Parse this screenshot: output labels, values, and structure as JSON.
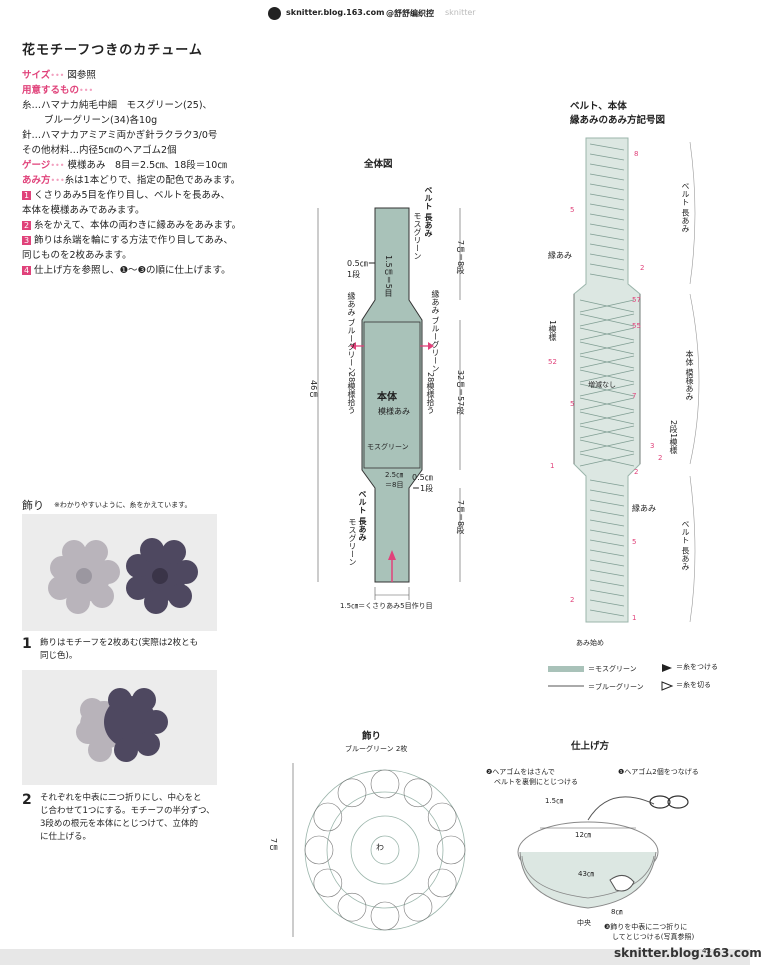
{
  "header": {
    "site": "sknitter.blog.163.com",
    "author": "@舒舒编织控",
    "watermark_right": "sknitter"
  },
  "title": "花モチーフつきのカチューム",
  "size": {
    "label": "サイズ",
    "value": "図参照"
  },
  "materials": {
    "label": "用意するもの",
    "yarn_line1": "糸…ハマナカ純毛中細　モスグリーン(25)、",
    "yarn_line2": "ブルーグリーン(34)各10g",
    "needle": "針…ハマナカアミアミ両かぎ針ラクラク3/0号",
    "other": "その他材料…内径5㎝のヘアゴム2個"
  },
  "gauge": {
    "label": "ゲージ",
    "value": "模様あみ　8目＝2.5㎝、18段＝10㎝"
  },
  "method": {
    "label": "あみ方",
    "intro": "糸は1本どりで、指定の配色であみます。",
    "steps": [
      {
        "num": "1",
        "text": "くさりあみ5目を作り目し、ベルトを長あみ、"
      },
      {
        "num": "",
        "text": "本体を模様あみであみます。"
      },
      {
        "num": "2",
        "text": "糸をかえて、本体の両わきに縁あみをあみます。"
      },
      {
        "num": "3",
        "text": "飾りは糸端を輪にする方法で作り目してあみ、"
      },
      {
        "num": "",
        "text": "同じものを2枚あみます。"
      },
      {
        "num": "4",
        "text": "仕上げ方を参照し、❶〜❸の順に仕上げます。"
      }
    ]
  },
  "decoration": {
    "label": "飾り",
    "note": "※わかりやすいように、糸をかえています。",
    "cap1_num": "1",
    "cap1_line1": "飾りはモチーフを2枚あむ(実際は2枚とも",
    "cap1_line2": "同じ色)。",
    "cap2_num": "2",
    "cap2_line1": "それぞれを中表に二つ折りにし、中心をと",
    "cap2_line2": "じ合わせて1つにする。モチーフの半分ずつ、",
    "cap2_line3": "3段めの根元を本体にとじつけて、立体的",
    "cap2_line4": "に仕上げる。"
  },
  "overall": {
    "title": "全体図",
    "belt_top": "ベルト 長あみ",
    "belt_top_color": "モスグリーン",
    "w15": "1.5㎝＝5目",
    "w05": "0.5㎝＝1段",
    "edge_left": "縁あみ ブルーグリーン",
    "edge_right": "縁あみ ブルーグリーン",
    "pick28_left": "28模様拾う",
    "pick28_right": "28模様拾う",
    "body": "本体",
    "body_pat": "模様あみ",
    "body_color": "モスグリーン",
    "w25": "2.5㎝＝8目",
    "w05b": "0.5㎝＝1段",
    "belt_bottom": "ベルト 長あみ",
    "belt_bottom_color": "モスグリーン",
    "total": "46㎝",
    "dim_top": "7㎝＝8段",
    "dim_mid": "32㎝＝57段",
    "dim_bottom": "7㎝＝8段",
    "foot": "1.5㎝＝くさりあみ5目作り目"
  },
  "chart": {
    "title1": "ベルト、本体",
    "title2": "縁あみのあみ方記号図",
    "belt_top": "ベルト 長あみ",
    "body": "本体 模様あみ",
    "belt_bottom": "ベルト 長あみ",
    "edge_l": "縁あみ",
    "edge_b": "縁あみ",
    "one_pat": "1模様",
    "no_inc": "増減なし",
    "rep": "2段1模様",
    "start": "あみ始め",
    "nums": [
      "8",
      "5",
      "2",
      "57",
      "55",
      "52",
      "7",
      "5",
      "3",
      "2",
      "1",
      "2",
      "5",
      "2",
      "1"
    ]
  },
  "legend": {
    "moss": "＝モスグリーン",
    "blue": "＝ブルーグリーン",
    "attach": "＝糸をつける",
    "cut": "＝糸を切る"
  },
  "flower": {
    "title": "飾り",
    "sub": "ブルーグリーン 2枚",
    "dim": "7㎝",
    "center": "わ"
  },
  "finish": {
    "title": "仕上げ方",
    "step1": "❶ヘアゴム2個をつなげる",
    "step2_l1": "❷ヘアゴムをはさんで",
    "step2_l2": "ベルトを裏側にとじつける",
    "step3_l1": "❸飾りを中表に二つ折りに",
    "step3_l2": "してとじつける(写真参照)",
    "d15": "1.5㎝",
    "d12": "12㎝",
    "d43": "43㎝",
    "d8": "8㎝",
    "center": "中央"
  },
  "footer": {
    "page": "43",
    "blog": "sknitter.blog.163.com"
  },
  "colors": {
    "accent": "#e0427a",
    "moss": "#a9c2b9",
    "blue_line": "#555"
  }
}
